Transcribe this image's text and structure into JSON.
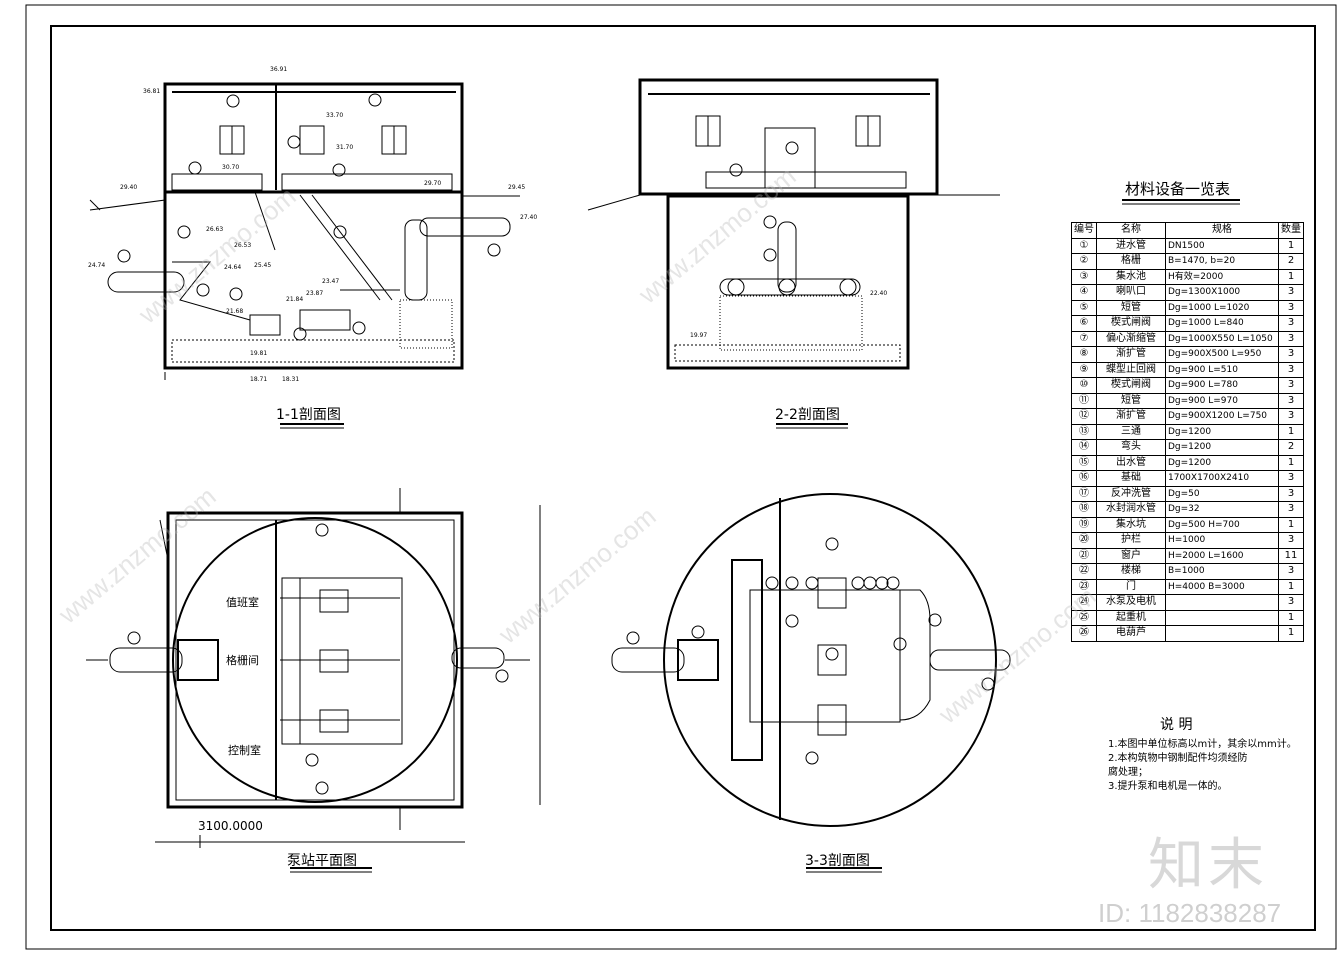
{
  "views": {
    "section_1_1": "1-1剖面图",
    "section_2_2": "2-2剖面图",
    "plan": "泵站平面图",
    "section_3_3": "3-3剖面图"
  },
  "plan_labels": {
    "duty_room": "值班室",
    "grille_room": "格栅间",
    "control_room": "控制室",
    "scale_text": "3100.0000"
  },
  "elevations": [
    "36.91",
    "36.81",
    "33.70",
    "31.70",
    "30.70",
    "29.70",
    "29.40",
    "29.45",
    "27.40",
    "26.63",
    "26.53",
    "25.45",
    "24.74",
    "24.64",
    "23.87",
    "23.47",
    "22.40",
    "21.84",
    "21.68",
    "19.81",
    "19.97",
    "18.71",
    "18.31"
  ],
  "table": {
    "title": "材料设备一览表",
    "headers": [
      "编号",
      "名称",
      "规格",
      "数量"
    ],
    "rows": [
      [
        "①",
        "进水管",
        "DN1500",
        "1"
      ],
      [
        "②",
        "格栅",
        "B=1470, b=20",
        "2"
      ],
      [
        "③",
        "集水池",
        "H有效=2000",
        "1"
      ],
      [
        "④",
        "喇叭口",
        "Dg=1300X1000",
        "3"
      ],
      [
        "⑤",
        "短管",
        "Dg=1000 L=1020",
        "3"
      ],
      [
        "⑥",
        "楔式闸阀",
        "Dg=1000 L=840",
        "3"
      ],
      [
        "⑦",
        "偏心渐缩管",
        "Dg=1000X550 L=1050",
        "3"
      ],
      [
        "⑧",
        "渐扩管",
        "Dg=900X500 L=950",
        "3"
      ],
      [
        "⑨",
        "蝶型止回阀",
        "Dg=900 L=510",
        "3"
      ],
      [
        "⑩",
        "楔式闸阀",
        "Dg=900 L=780",
        "3"
      ],
      [
        "⑪",
        "短管",
        "Dg=900 L=970",
        "3"
      ],
      [
        "⑫",
        "渐扩管",
        "Dg=900X1200 L=750",
        "3"
      ],
      [
        "⑬",
        "三通",
        "Dg=1200",
        "1"
      ],
      [
        "⑭",
        "弯头",
        "Dg=1200",
        "2"
      ],
      [
        "⑮",
        "出水管",
        "Dg=1200",
        "1"
      ],
      [
        "⑯",
        "基础",
        "1700X1700X2410",
        "3"
      ],
      [
        "⑰",
        "反冲洗管",
        "Dg=50",
        "3"
      ],
      [
        "⑱",
        "水封润水管",
        "Dg=32",
        "3"
      ],
      [
        "⑲",
        "集水坑",
        "Dg=500 H=700",
        "1"
      ],
      [
        "⑳",
        "护栏",
        "H=1000",
        "3"
      ],
      [
        "㉑",
        "窗户",
        "H=2000 L=1600",
        "11"
      ],
      [
        "㉒",
        "楼梯",
        "B=1000",
        "3"
      ],
      [
        "㉓",
        "门",
        "H=4000 B=3000",
        "1"
      ],
      [
        "㉔",
        "水泵及电机",
        "",
        "3"
      ],
      [
        "㉕",
        "起重机",
        "",
        "1"
      ],
      [
        "㉖",
        "电葫芦",
        "",
        "1"
      ]
    ]
  },
  "notes": {
    "title": "说 明",
    "items": [
      "1.本图中单位标高以m计，其余以mm计。",
      "2.本构筑物中钢制配件均须经防",
      "腐处理；",
      "3.提升泵和电机是一体的。"
    ]
  },
  "watermark": {
    "brand": "知末",
    "id": "ID: 1182838287",
    "site": "www.znzmo.com"
  },
  "colors": {
    "line": "#000000",
    "watermark": "#c8c8c8"
  }
}
